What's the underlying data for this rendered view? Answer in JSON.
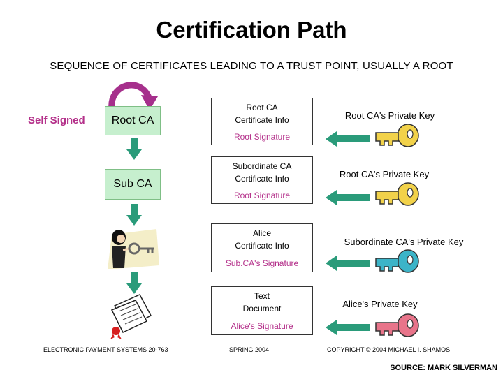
{
  "title": "Certification Path",
  "subtitle": "SEQUENCE OF CERTIFICATES LEADING TO A TRUST POINT, USUALLY A ROOT",
  "self_signed_label": "Self Signed",
  "entities": {
    "root_ca": "Root CA",
    "sub_ca": "Sub CA"
  },
  "certificates": [
    {
      "line1": "Root CA",
      "line2": "Certificate Info",
      "signature": "Root Signature",
      "key_label": "Root CA's Private Key",
      "key_color": "#f2d24a"
    },
    {
      "line1": "Subordinate CA",
      "line2": "Certificate Info",
      "signature": "Root Signature",
      "key_label": "Root CA's Private Key",
      "key_color": "#f2d24a"
    },
    {
      "line1": "Alice",
      "line2": "Certificate Info",
      "signature": "Sub.CA's Signature",
      "key_label": "Subordinate CA's Private Key",
      "key_color": "#3cb4c8"
    },
    {
      "line1": "Text",
      "line2": "Document",
      "signature": "Alice's Signature",
      "key_label": "Alice's Private Key",
      "key_color": "#e8748a"
    }
  ],
  "footer": {
    "course": "ELECTRONIC PAYMENT SYSTEMS 20-763",
    "term": "SPRING 2004",
    "copyright": "COPYRIGHT © 2004 MICHAEL I. SHAMOS"
  },
  "source": "SOURCE: MARK SILVERMAN",
  "colors": {
    "entity_box": "#c6efce",
    "down_arrow": "#2a9b7a",
    "left_arrow": "#2a9b7a",
    "self_sign_arrow": "#a6308c",
    "signature_text": "#b4308a"
  },
  "icons": [
    "self-sign-arrow-icon",
    "down-arrow-icon",
    "left-arrow-icon",
    "key-icon",
    "person-with-key-icon",
    "document-icon"
  ]
}
